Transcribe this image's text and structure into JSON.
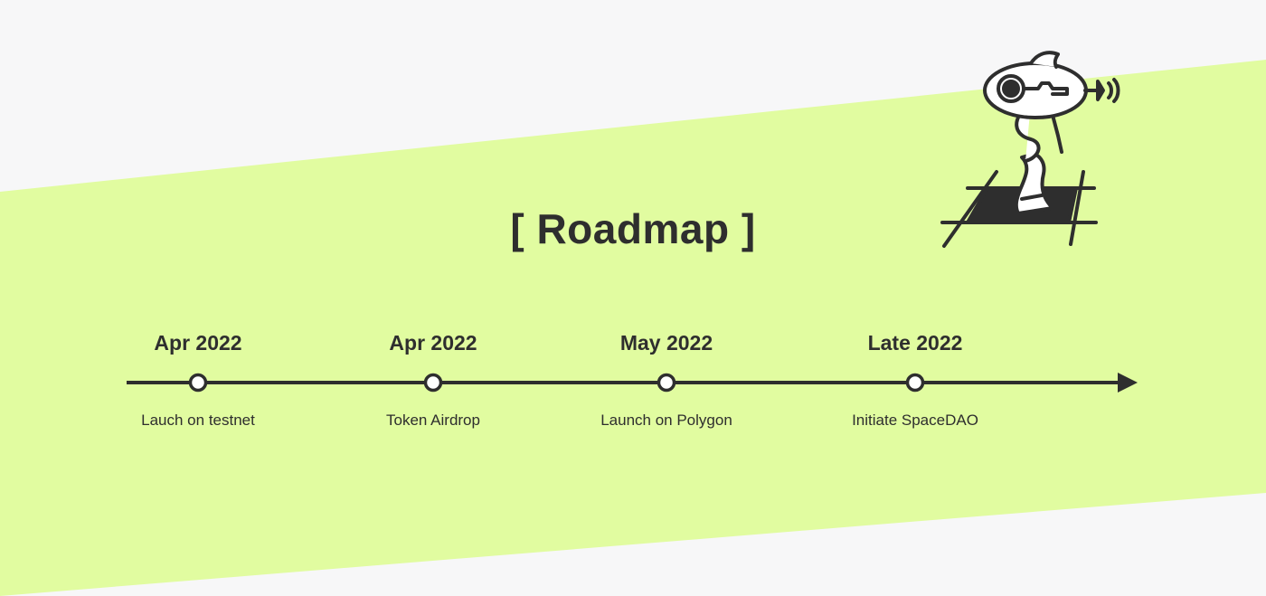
{
  "title": "[ Roadmap ]",
  "colors": {
    "background": "#f7f7f8",
    "band": "#e1fca0",
    "ink": "#2e2e2e"
  },
  "mascot": {
    "icon": "fish-airship-mascot-icon"
  },
  "milestones": [
    {
      "date": "Apr 2022",
      "label": "Lauch on testnet"
    },
    {
      "date": "Apr 2022",
      "label": "Token Airdrop"
    },
    {
      "date": "May 2022",
      "label": "Launch on Polygon"
    },
    {
      "date": "Late 2022",
      "label": "Initiate SpaceDAO"
    }
  ]
}
